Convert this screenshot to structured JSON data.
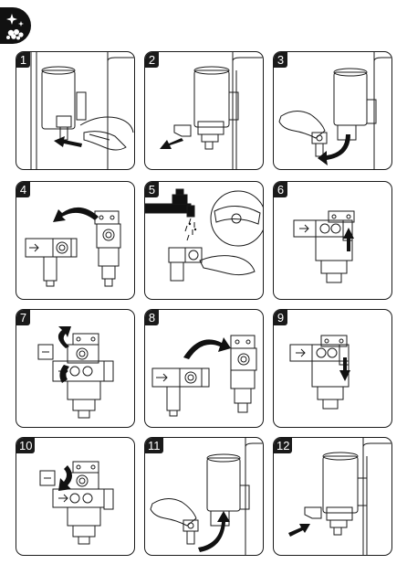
{
  "header": {
    "icon": "cleaning-sparkle-icon"
  },
  "panels": [
    {
      "number": "1",
      "illustration": "dispenser-remove-valve"
    },
    {
      "number": "2",
      "illustration": "dispenser-valve-removed"
    },
    {
      "number": "3",
      "illustration": "dispenser-pull-valve"
    },
    {
      "number": "4",
      "illustration": "valve-detach-part"
    },
    {
      "number": "5",
      "illustration": "rinse-under-tap"
    },
    {
      "number": "6",
      "illustration": "valve-push-up"
    },
    {
      "number": "7",
      "illustration": "valve-rotate"
    },
    {
      "number": "8",
      "illustration": "valve-detach-part"
    },
    {
      "number": "9",
      "illustration": "valve-push-down"
    },
    {
      "number": "10",
      "illustration": "valve-reattach"
    },
    {
      "number": "11",
      "illustration": "dispenser-insert-valve"
    },
    {
      "number": "12",
      "illustration": "dispenser-valve-inserted"
    }
  ],
  "colors": {
    "ink": "#1a1a1a",
    "arrow": "#111111",
    "background": "#ffffff"
  }
}
